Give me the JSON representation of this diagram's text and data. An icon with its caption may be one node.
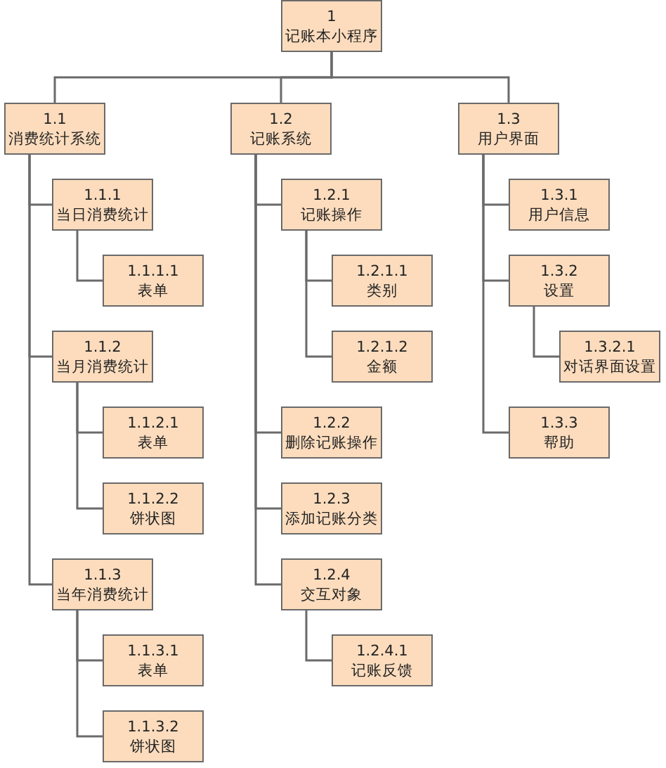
{
  "diagram": {
    "nodes": [
      {
        "text": [
          "1",
          "记账本小程序"
        ]
      },
      {
        "text": [
          "1.1",
          "消费统计系统"
        ]
      },
      {
        "text": [
          "1.1.1",
          "当日消费统计"
        ]
      },
      {
        "text": [
          "1.1.1.1",
          "表单"
        ]
      },
      {
        "text": [
          "1.1.2",
          "当月消费统计"
        ]
      },
      {
        "text": [
          "1.1.2.1",
          "表单"
        ]
      },
      {
        "text": [
          "1.1.2.2",
          "饼状图"
        ]
      },
      {
        "text": [
          "1.1.3",
          "当年消费统计"
        ]
      },
      {
        "text": [
          "1.1.3.1",
          "表单"
        ]
      },
      {
        "text": [
          "1.1.3.2",
          "饼状图"
        ]
      },
      {
        "text": [
          "1.2",
          "记账系统"
        ]
      },
      {
        "text": [
          "1.2.1",
          "记账操作"
        ]
      },
      {
        "text": [
          "1.2.1.1",
          "类别"
        ]
      },
      {
        "text": [
          "1.2.1.2",
          "金额"
        ]
      },
      {
        "text": [
          "1.2.2",
          "删除记账操作"
        ]
      },
      {
        "text": [
          "1.2.3",
          "添加记账分类"
        ]
      },
      {
        "text": [
          "1.2.4",
          "交互对象"
        ]
      },
      {
        "text": [
          "1.2.4.1",
          "记账反馈"
        ]
      },
      {
        "text": [
          "1.3",
          "用户界面"
        ]
      },
      {
        "text": [
          "1.3.1",
          "用户信息"
        ]
      },
      {
        "text": [
          "1.3.2",
          "设置"
        ]
      },
      {
        "text": [
          "1.3.2.1",
          "对话界面设置"
        ]
      },
      {
        "text": [
          "1.3.3",
          "帮助"
        ]
      }
    ],
    "edges": [
      {
        "from": 0,
        "to": 1,
        "arrow": "none"
      },
      {
        "from": 0,
        "to": 10,
        "arrow": "none"
      },
      {
        "from": 0,
        "to": 18,
        "arrow": "none"
      },
      {
        "from": 1,
        "to": 2,
        "arrow": "none"
      },
      {
        "from": 2,
        "to": 3,
        "arrow": "none"
      },
      {
        "from": 1,
        "to": 4,
        "arrow": "none"
      },
      {
        "from": 4,
        "to": 5,
        "arrow": "none"
      },
      {
        "from": 4,
        "to": 6,
        "arrow": "none"
      },
      {
        "from": 1,
        "to": 7,
        "arrow": "none"
      },
      {
        "from": 7,
        "to": 8,
        "arrow": "none"
      },
      {
        "from": 7,
        "to": 9,
        "arrow": "none"
      },
      {
        "from": 10,
        "to": 11,
        "arrow": "none"
      },
      {
        "from": 11,
        "to": 12,
        "arrow": "none"
      },
      {
        "from": 11,
        "to": 13,
        "arrow": "none"
      },
      {
        "from": 10,
        "to": 14,
        "arrow": "none"
      },
      {
        "from": 10,
        "to": 15,
        "arrow": "none"
      },
      {
        "from": 10,
        "to": 16,
        "arrow": "none"
      },
      {
        "from": 16,
        "to": 17,
        "arrow": "none"
      },
      {
        "from": 18,
        "to": 19,
        "arrow": "none"
      },
      {
        "from": 18,
        "to": 20,
        "arrow": "none"
      },
      {
        "from": 20,
        "to": 21,
        "arrow": "none"
      },
      {
        "from": 18,
        "to": 22,
        "arrow": "none"
      }
    ]
  }
}
